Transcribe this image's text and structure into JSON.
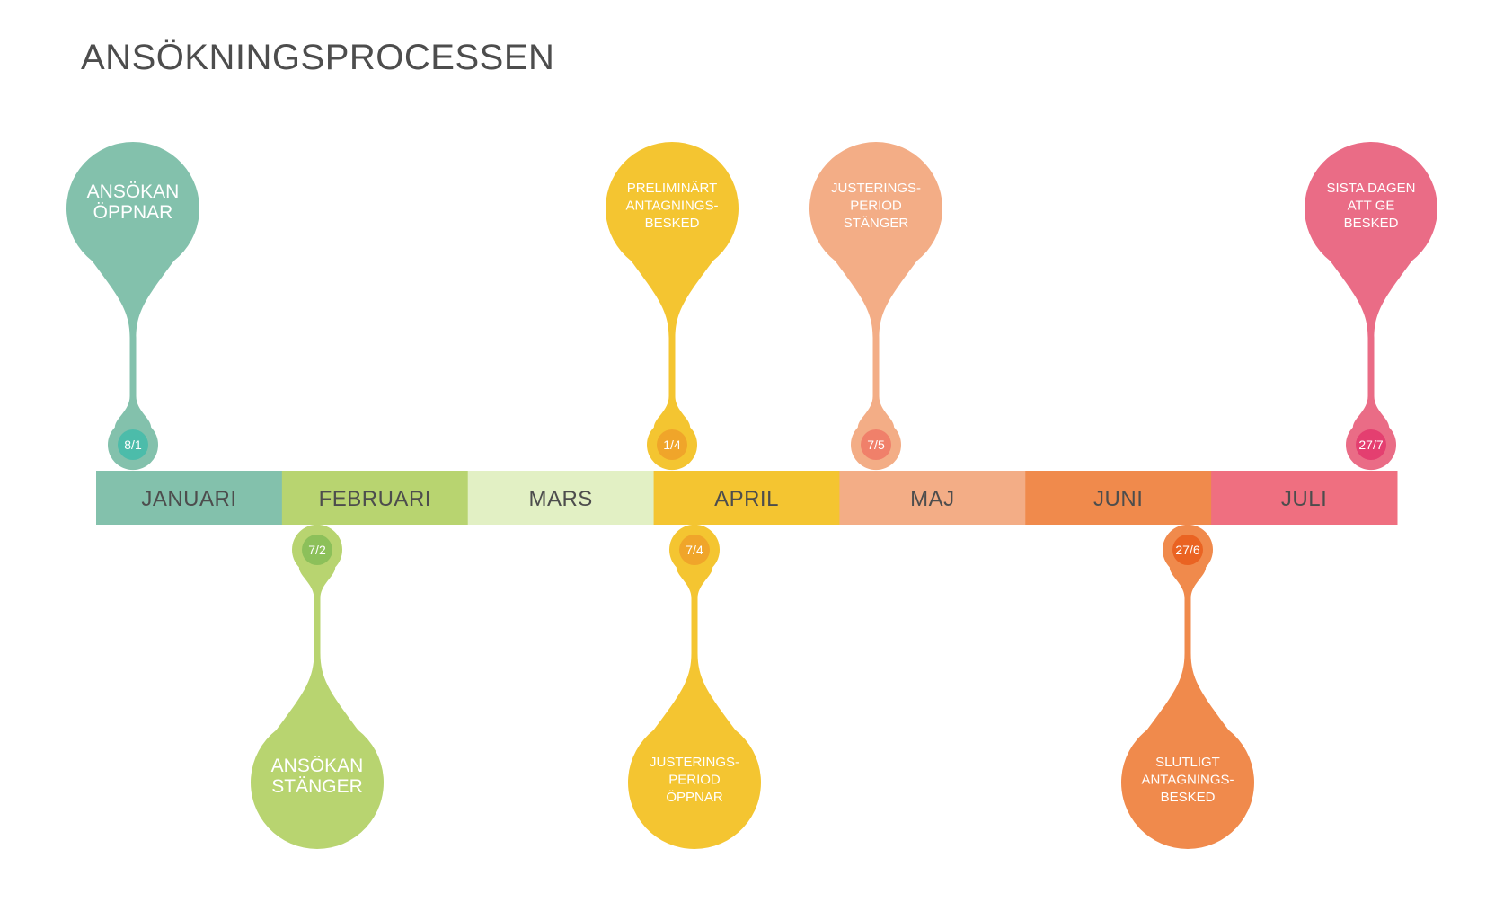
{
  "title": "ANSÖKNINGSPROCESSEN",
  "months": [
    {
      "label": "JANUARI",
      "color": "#83c1ac"
    },
    {
      "label": "FEBRUARI",
      "color": "#b8d470"
    },
    {
      "label": "MARS",
      "color": "#e2f0c4"
    },
    {
      "label": "APRIL",
      "color": "#f4c531"
    },
    {
      "label": "MAJ",
      "color": "#f3ad86"
    },
    {
      "label": "JUNI",
      "color": "#f08a4c"
    },
    {
      "label": "JULI",
      "color": "#ef6f80"
    }
  ],
  "events": [
    {
      "date": "8/1",
      "lines": [
        "ANSÖKAN",
        "ÖPPNAR"
      ],
      "side": "top",
      "color": "#83c1ac",
      "dot": "#4cbcaa",
      "size": "large"
    },
    {
      "date": "7/2",
      "lines": [
        "ANSÖKAN",
        "STÄNGER"
      ],
      "side": "bottom",
      "color": "#b8d470",
      "dot": "#8cc05a",
      "size": "large"
    },
    {
      "date": "1/4",
      "lines": [
        "PRELIMINÄRT",
        "ANTAGNINGS-",
        "BESKED"
      ],
      "side": "top",
      "color": "#f4c531",
      "dot": "#f0a52a",
      "size": "small"
    },
    {
      "date": "7/4",
      "lines": [
        "JUSTERINGS-",
        "PERIOD",
        "ÖPPNAR"
      ],
      "side": "bottom",
      "color": "#f4c531",
      "dot": "#f0a52a",
      "size": "small"
    },
    {
      "date": "7/5",
      "lines": [
        "JUSTERINGS-",
        "PERIOD",
        "STÄNGER"
      ],
      "side": "top",
      "color": "#f3ad86",
      "dot": "#f0806a",
      "size": "small"
    },
    {
      "date": "27/6",
      "lines": [
        "SLUTLIGT",
        "ANTAGNINGS-",
        "BESKED"
      ],
      "side": "bottom",
      "color": "#f08a4c",
      "dot": "#ea6322",
      "size": "small"
    },
    {
      "date": "27/7",
      "lines": [
        "SISTA DAGEN",
        "ATT GE",
        "BESKED"
      ],
      "side": "top",
      "color": "#ea6c86",
      "dot": "#e43f70",
      "size": "small"
    }
  ]
}
